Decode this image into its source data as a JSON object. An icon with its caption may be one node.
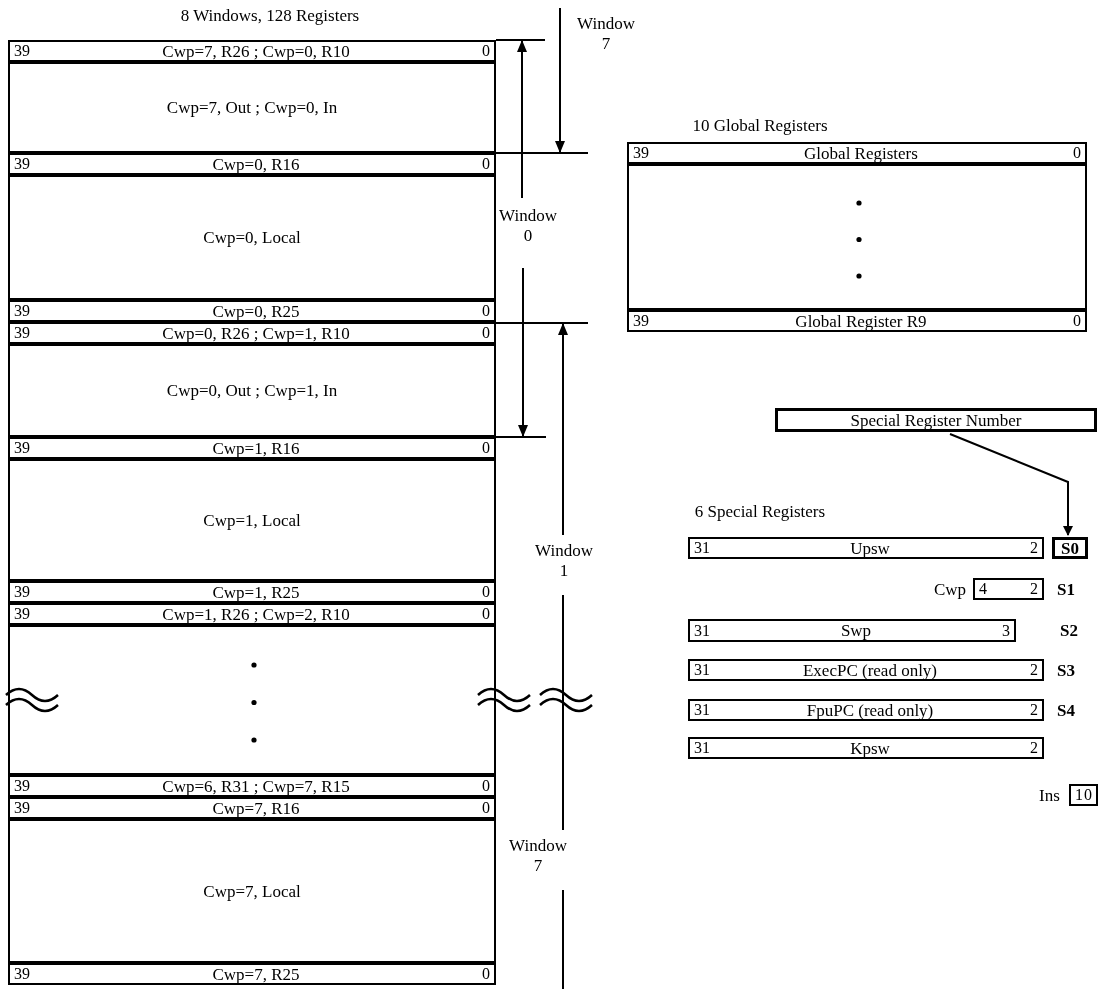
{
  "diagram": {
    "nodes": [
      {
        "text": [
          "39",
          "Cwp=7, R26 ; Cwp=0, R10",
          "0"
        ]
      },
      {
        "text": [
          "Cwp=7, Out ; Cwp=0, In"
        ]
      },
      {
        "text": [
          "39",
          "Cwp=0, R16",
          "0"
        ]
      },
      {
        "text": [
          "Cwp=0, Local"
        ]
      },
      {
        "text": [
          "39",
          "Cwp=0, R25",
          "0"
        ]
      },
      {
        "text": [
          "39",
          "Cwp=0, R26 ; Cwp=1, R10",
          "0"
        ]
      },
      {
        "text": [
          "Cwp=0, Out ; Cwp=1, In"
        ]
      },
      {
        "text": [
          "39",
          "Cwp=1, R16",
          "0"
        ]
      },
      {
        "text": [
          "Cwp=1, Local"
        ]
      },
      {
        "text": [
          "39",
          "Cwp=1, R25",
          "0"
        ]
      },
      {
        "text": [
          "39",
          "Cwp=1, R26 ; Cwp=2, R10",
          "0"
        ]
      },
      {
        "text": [],
        "shape": "box"
      },
      {
        "text": [
          "39",
          "Cwp=6, R31 ; Cwp=7, R15",
          "0"
        ]
      },
      {
        "text": [
          "39",
          "Cwp=7, R16",
          "0"
        ]
      },
      {
        "text": [
          "Cwp=7, Local"
        ]
      },
      {
        "text": [
          "39",
          "Cwp=7, R25",
          "0"
        ]
      },
      {
        "text": [
          "39",
          "Global Registers",
          "0"
        ]
      },
      {
        "text": [],
        "shape": "box"
      },
      {
        "text": [
          "39",
          "Global Register R9",
          "0"
        ]
      },
      {
        "text": [
          "Special Register Number"
        ]
      },
      {
        "text": [
          "31",
          "Upsw",
          "2"
        ]
      },
      {
        "text": [
          "S0"
        ]
      },
      {
        "text": [
          "4",
          "2"
        ],
        "beside": [
          "Cwp",
          "S1"
        ]
      },
      {
        "text": [
          "31",
          "Swp",
          "3"
        ],
        "beside": [
          "S2"
        ]
      },
      {
        "text": [
          "31",
          "ExecPC (read only)",
          "2"
        ],
        "beside": [
          "S3"
        ]
      },
      {
        "text": [
          "31",
          "FpuPC (read only)",
          "2"
        ],
        "beside": [
          "S4"
        ]
      },
      {
        "text": [
          "31",
          "Kpsw",
          "2"
        ]
      },
      {
        "text": [
          "1",
          "0"
        ],
        "beside": [
          "Ins"
        ]
      }
    ],
    "edges": [
      {
        "from": 19,
        "to": 21,
        "arrow": "to"
      }
    ],
    "labels": [
      "8 Windows, 128 Registers",
      "Window 7",
      "10 Global Registers",
      "Window 0",
      "Window 1",
      "6 Special Registers",
      "Window 7"
    ]
  }
}
